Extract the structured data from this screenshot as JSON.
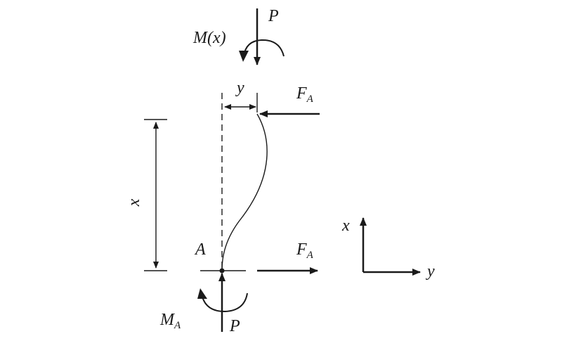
{
  "labels": {
    "top_force": "P",
    "top_moment_main": "M(",
    "top_moment_var": "x",
    "top_moment_close": ")",
    "deflection": "y",
    "top_reaction_main": "F",
    "top_reaction_sub": "A",
    "length": "x",
    "support_point": "A",
    "bottom_reaction_main": "F",
    "bottom_reaction_sub": "A",
    "bottom_moment_main": "M",
    "bottom_moment_sub": "A",
    "bottom_force": "P",
    "axis_x": "x",
    "axis_y": "y"
  },
  "colors": {
    "ink": "#1a1a1a",
    "background": "#ffffff"
  }
}
